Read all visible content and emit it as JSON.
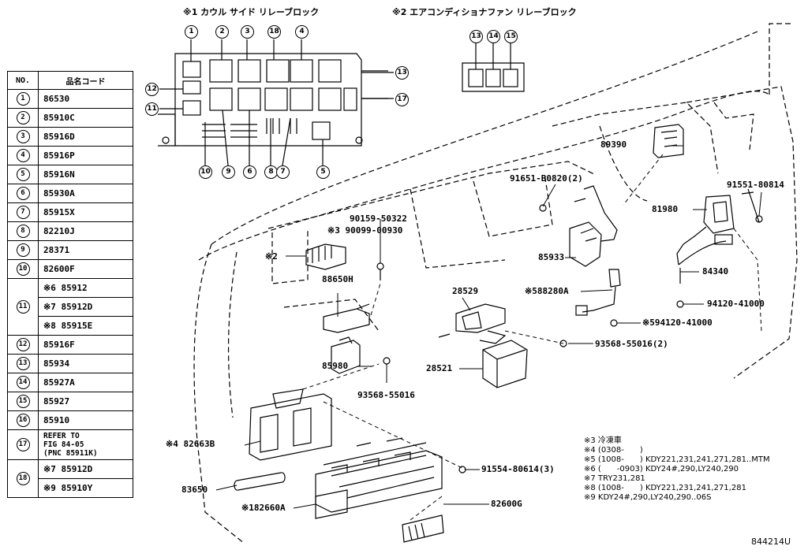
{
  "titles": {
    "relay_block_1": "※1 カウル サイド リレーブロック",
    "relay_block_2": "※2 エアコンディショナファン リレーブロック"
  },
  "table": {
    "header_no": "NO.",
    "header_code": "品名コード",
    "rows": [
      {
        "no": "1",
        "code": "86530"
      },
      {
        "no": "2",
        "code": "85910C"
      },
      {
        "no": "3",
        "code": "85916D"
      },
      {
        "no": "4",
        "code": "85916P"
      },
      {
        "no": "5",
        "code": "85916N"
      },
      {
        "no": "6",
        "code": "85930A"
      },
      {
        "no": "7",
        "code": "85915X"
      },
      {
        "no": "8",
        "code": "82210J"
      },
      {
        "no": "9",
        "code": "28371"
      },
      {
        "no": "10",
        "code": "82600F"
      },
      {
        "no": "11",
        "codes": [
          "※6 85912",
          "※7 85912D",
          "※8 85915E"
        ]
      },
      {
        "no": "12",
        "code": "85916F"
      },
      {
        "no": "13",
        "code": "85934"
      },
      {
        "no": "14",
        "code": "85927A"
      },
      {
        "no": "15",
        "code": "85927"
      },
      {
        "no": "16",
        "code": "85910"
      },
      {
        "no": "17",
        "lines": [
          "REFER TO",
          "FIG 84-05",
          "(PNC 85911K)"
        ]
      },
      {
        "no": "18",
        "codes": [
          "※7 85912D",
          "※9 85910Y"
        ]
      }
    ]
  },
  "relay_callouts_1": [
    "1",
    "2",
    "3",
    "18",
    "4",
    "13",
    "12",
    "11",
    "17",
    "10",
    "9",
    "6",
    "8",
    "7",
    "5"
  ],
  "relay_callouts_2": [
    "13",
    "14",
    "15"
  ],
  "part_labels": {
    "p89390": "89390",
    "p91651": "91651-B0820(2)",
    "p91551": "91551-80814",
    "p81980": "81980",
    "p90159": "90159-50322",
    "p90099": "※3 90099-00930",
    "p_star2": "※2",
    "p85933": "85933",
    "p84340": "84340",
    "p88650": "88650H",
    "p28529": "28529",
    "p88280": "※588280A",
    "p94120a": "94120-41000",
    "p94120b": "※594120-41000",
    "p93568a": "93568-55016(2)",
    "p85980": "85980",
    "p28521": "28521",
    "p93568b": "93568-55016",
    "p82663": "※4 82663B",
    "p91554": "91554-80614(3)",
    "p83650": "83650",
    "p82660": "※182660A",
    "p82600g": "82600G"
  },
  "notes": [
    "※3 冷凍車",
    "※4 (0308-　　)",
    "※5 (1008-　　) KDY221,231,241,271,281..MTM",
    "※6 (　　-0903) KDY24#,290,LY240,290",
    "※7 TRY231,281",
    "※8 (1008-　　) KDY221,231,241,271,281",
    "※9 KDY24#,290,LY240,290..06S"
  ],
  "figure_id": "844214U"
}
